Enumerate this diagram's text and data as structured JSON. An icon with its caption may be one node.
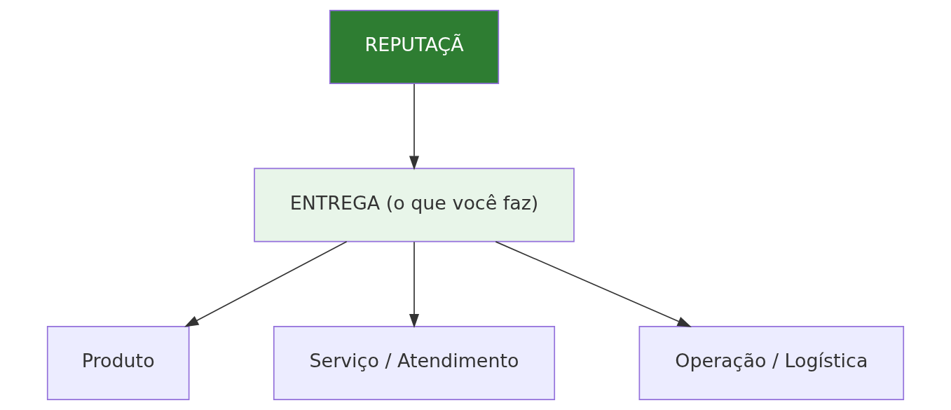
{
  "diagram": {
    "nodes": [
      {
        "text": [
          "REPUTAÇÃ"
        ]
      },
      {
        "text": [
          "ENTREGA (o que você faz)"
        ]
      },
      {
        "text": [
          "Produto"
        ]
      },
      {
        "text": [
          "Serviço / Atendimento"
        ]
      },
      {
        "text": [
          "Operação / Logística"
        ]
      }
    ],
    "edges": [
      {
        "from": 0,
        "to": 1,
        "arrow": "to"
      },
      {
        "from": 1,
        "to": 2,
        "arrow": "to"
      },
      {
        "from": 1,
        "to": 3,
        "arrow": "to"
      },
      {
        "from": 1,
        "to": 4,
        "arrow": "to"
      }
    ]
  }
}
